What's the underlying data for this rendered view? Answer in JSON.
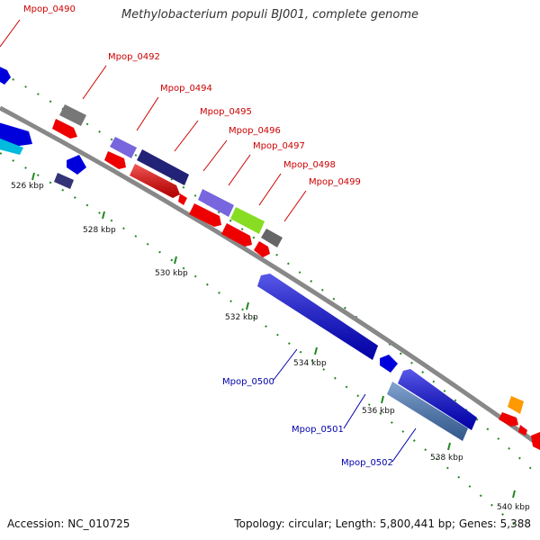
{
  "title": "Methylobacterium populi BJ001, complete genome",
  "footer": {
    "accession": "Accession: NC_010725",
    "summary": "Topology: circular; Length: 5,800,441 bp; Genes: 5,388"
  },
  "colors": {
    "forward_label": "#cc0000",
    "reverse_label": "#0000aa",
    "backbone": "#888888",
    "tick": "#228822"
  },
  "ticks": [
    "526 kbp",
    "528 kbp",
    "530 kbp",
    "532 kbp",
    "534 kbp",
    "536 kbp",
    "538 kbp",
    "540 kbp"
  ],
  "labels_forward": [
    "Mpop_0490",
    "Mpop_0492",
    "Mpop_0494",
    "Mpop_0495",
    "Mpop_0496",
    "Mpop_0497",
    "Mpop_0498",
    "Mpop_0499"
  ],
  "labels_reverse": [
    "Mpop_0500",
    "Mpop_0501",
    "Mpop_0502"
  ]
}
